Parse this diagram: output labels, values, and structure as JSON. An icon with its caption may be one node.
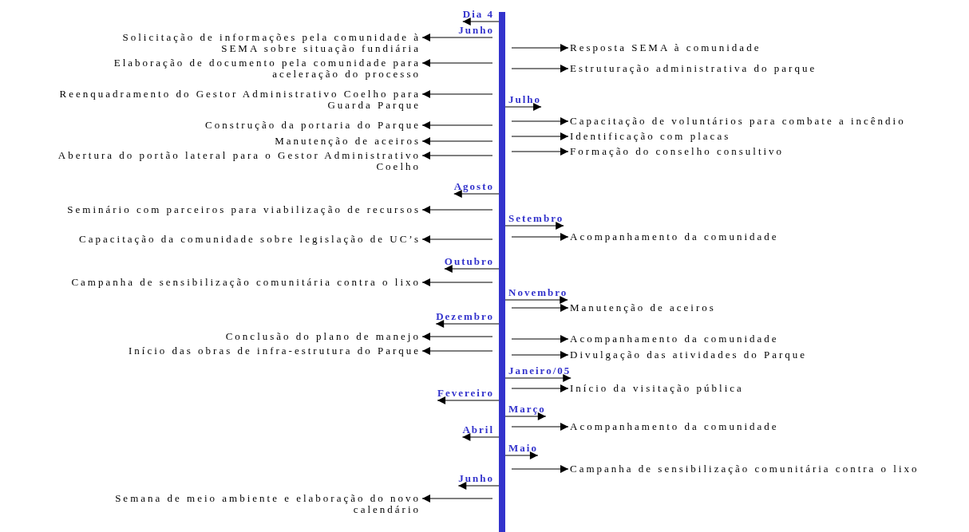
{
  "diagram": {
    "nodes": [
      {
        "text": [],
        "shape": "bar"
      },
      {
        "text": [
          "Solicitação de informações pela comunidade à SEMA sobre situação fundiária"
        ]
      },
      {
        "text": [
          "Elaboração de documento pela comunidade para aceleração do processo"
        ]
      },
      {
        "text": [
          "Reenquadramento do Gestor Administrativo Coelho para Guarda Parque"
        ]
      },
      {
        "text": [
          "Resposta SEMA à comunidade"
        ]
      },
      {
        "text": [
          "Estruturação administrativa do parque"
        ]
      },
      {
        "text": [
          "Construção da portaria do Parque"
        ]
      },
      {
        "text": [
          "Manutenção de aceiros"
        ]
      },
      {
        "text": [
          "Abertura do portão lateral para o Gestor Administrativo Coelho"
        ]
      },
      {
        "text": [
          "Capacitação de voluntários para combate a incêndio"
        ]
      },
      {
        "text": [
          "Identificação com placas"
        ]
      },
      {
        "text": [
          "Formação do conselho consultivo"
        ]
      },
      {
        "text": [
          "Seminário com parceiros para viabilização de recursos"
        ]
      },
      {
        "text": [
          "Acompanhamento da comunidade"
        ]
      },
      {
        "text": [
          "Capacitação da comunidade sobre legislação de UC’s"
        ]
      },
      {
        "text": [
          "Campanha de sensibilização comunitária contra o lixo"
        ]
      },
      {
        "text": [
          "Manutenção de aceiros"
        ]
      },
      {
        "text": [
          "Conclusão do plano de manejo"
        ]
      },
      {
        "text": [
          "Início das obras de infra-estrutura do Parque"
        ]
      },
      {
        "text": [
          "Acompanhamento da comunidade"
        ]
      },
      {
        "text": [
          "Divulgação das atividades do Parque"
        ]
      },
      {
        "text": [
          "Início da visitação pública"
        ]
      },
      {
        "text": [
          "Acompanhamento da comunidade"
        ]
      },
      {
        "text": [
          "Campanha de sensibilização comunitária contra o lixo"
        ]
      },
      {
        "text": [
          "Semana de meio ambiente e elaboração do novo calendário"
        ]
      },
      {
        "text": [
          "Dia 4"
        ]
      },
      {
        "text": [
          "Julho"
        ]
      },
      {
        "text": [
          "Agosto"
        ]
      },
      {
        "text": [
          "Setembro"
        ]
      },
      {
        "text": [
          "Outubro"
        ]
      },
      {
        "text": [
          "Novembro"
        ]
      },
      {
        "text": [
          "Dezembro"
        ]
      },
      {
        "text": [
          "Janeiro/05"
        ]
      },
      {
        "text": [
          "Fevereiro"
        ]
      },
      {
        "text": [
          "Março"
        ]
      },
      {
        "text": [
          "Abril"
        ]
      },
      {
        "text": [
          "Maio"
        ]
      },
      {
        "text": [
          "Junho"
        ]
      }
    ],
    "edges": [
      {
        "from": 0,
        "to": 25,
        "arrow": "to"
      },
      {
        "from": 0,
        "to": 1,
        "arrow": "to",
        "label": "Junho"
      },
      {
        "from": 0,
        "to": 4,
        "arrow": "to"
      },
      {
        "from": 0,
        "to": 2,
        "arrow": "to"
      },
      {
        "from": 0,
        "to": 5,
        "arrow": "to"
      },
      {
        "from": 0,
        "to": 3,
        "arrow": "to"
      },
      {
        "from": 0,
        "to": 26,
        "arrow": "to"
      },
      {
        "from": 0,
        "to": 9,
        "arrow": "to"
      },
      {
        "from": 0,
        "to": 6,
        "arrow": "to"
      },
      {
        "from": 0,
        "to": 10,
        "arrow": "to"
      },
      {
        "from": 0,
        "to": 7,
        "arrow": "to"
      },
      {
        "from": 0,
        "to": 11,
        "arrow": "to"
      },
      {
        "from": 0,
        "to": 8,
        "arrow": "to"
      },
      {
        "from": 0,
        "to": 27,
        "arrow": "to"
      },
      {
        "from": 0,
        "to": 12,
        "arrow": "to"
      },
      {
        "from": 0,
        "to": 28,
        "arrow": "to"
      },
      {
        "from": 0,
        "to": 13,
        "arrow": "to"
      },
      {
        "from": 0,
        "to": 14,
        "arrow": "to"
      },
      {
        "from": 0,
        "to": 29,
        "arrow": "to"
      },
      {
        "from": 0,
        "to": 15,
        "arrow": "to"
      },
      {
        "from": 0,
        "to": 30,
        "arrow": "to"
      },
      {
        "from": 0,
        "to": 16,
        "arrow": "to"
      },
      {
        "from": 0,
        "to": 31,
        "arrow": "to"
      },
      {
        "from": 0,
        "to": 17,
        "arrow": "to"
      },
      {
        "from": 0,
        "to": 19,
        "arrow": "to"
      },
      {
        "from": 0,
        "to": 18,
        "arrow": "to"
      },
      {
        "from": 0,
        "to": 20,
        "arrow": "to"
      },
      {
        "from": 0,
        "to": 32,
        "arrow": "to"
      },
      {
        "from": 0,
        "to": 21,
        "arrow": "to"
      },
      {
        "from": 0,
        "to": 33,
        "arrow": "to"
      },
      {
        "from": 0,
        "to": 34,
        "arrow": "to"
      },
      {
        "from": 0,
        "to": 22,
        "arrow": "to"
      },
      {
        "from": 0,
        "to": 35,
        "arrow": "to"
      },
      {
        "from": 0,
        "to": 36,
        "arrow": "to"
      },
      {
        "from": 0,
        "to": 23,
        "arrow": "to"
      },
      {
        "from": 0,
        "to": 37,
        "arrow": "to"
      },
      {
        "from": 0,
        "to": 24,
        "arrow": "to"
      }
    ]
  }
}
